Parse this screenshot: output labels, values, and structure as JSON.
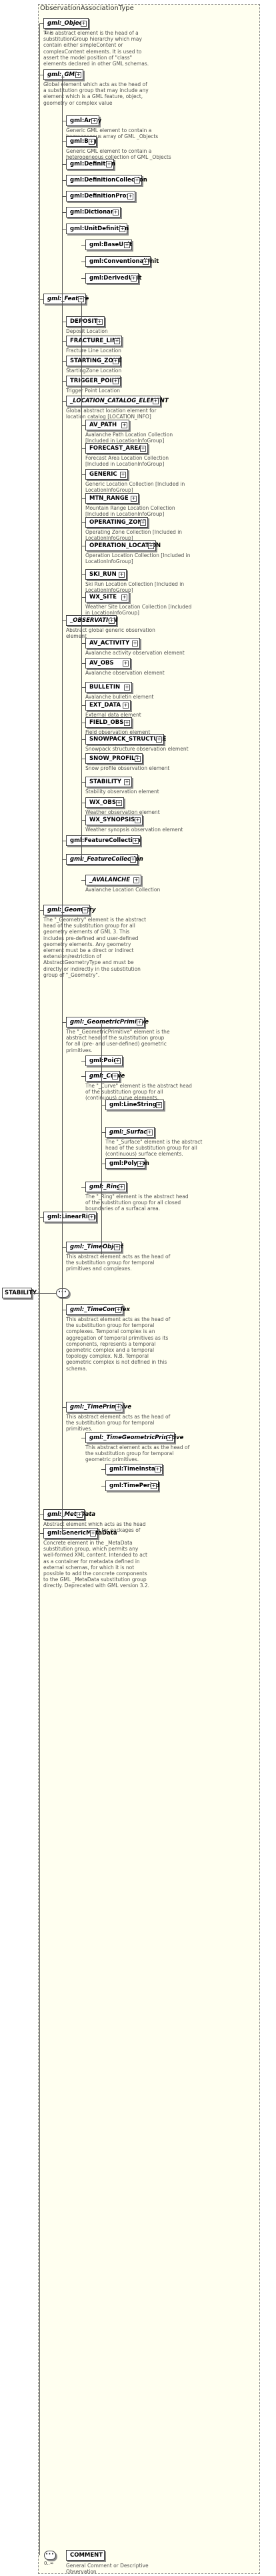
{
  "title": "ObservationAssociationType",
  "root": "STABILITY",
  "occurs_top": "1..∞",
  "occurs_bottom": "0..∞",
  "items": [
    {
      "name": "gml:_Object",
      "abstract": true,
      "desc": "This abstract element is the head of a substitutionGroup hierarchy which may contain either simpleContent or complexContent elements. It is used to assert the model position of \"class\" elements declared in other GML schemas."
    },
    {
      "name": "gml:_GML",
      "abstract": true,
      "desc": "Global element which acts as the head of a substitution group that may include any element which is a GML feature, object, geometry or complex value"
    },
    {
      "name": "gml:Array",
      "desc": "Generic GML element to contain a homogeneous array of GML _Objects"
    },
    {
      "name": "gml:Bag",
      "desc": "Generic GML element to contain a heterogeneous collection of GML _Objects"
    },
    {
      "name": "gml:Definition"
    },
    {
      "name": "gml:DefinitionCollection"
    },
    {
      "name": "gml:DefinitionProxy"
    },
    {
      "name": "gml:Dictionary"
    },
    {
      "name": "gml:UnitDefinition"
    },
    {
      "name": "gml:BaseUnit"
    },
    {
      "name": "gml:ConventionalUnit"
    },
    {
      "name": "gml:DerivedUnit"
    },
    {
      "name": "gml:_Feature",
      "abstract": true
    },
    {
      "name": "DEPOSIT",
      "desc": "Deposit Location"
    },
    {
      "name": "FRACTURE_LINE",
      "desc": "Fracture Line Location"
    },
    {
      "name": "STARTING_ZONE",
      "desc": "StartingZone Location"
    },
    {
      "name": "TRIGGER_POINT",
      "desc": "Trigger Point Location"
    },
    {
      "name": "_LOCATION_CATALOG_ELEMENT",
      "abstract": true,
      "desc": "Global abstract location element for location catalog [LOCATION_INFO]"
    },
    {
      "name": "AV_PATH",
      "desc": "Avalanche Path Location Collection [Included in LocationInfoGroup]"
    },
    {
      "name": "FORECAST_AREA",
      "desc": "Forecast Area Location Collection [Included in LocationInfoGroup]"
    },
    {
      "name": "GENERIC",
      "desc": "Generic Location Collection [Included in LocationInfoGroup]"
    },
    {
      "name": "MTN_RANGE",
      "desc": "Mountain Range Location Collection [Included in LocationInfoGroup]"
    },
    {
      "name": "OPERATING_ZONE",
      "desc": "Operating Zone Collection [Included in LocationInfoGroup]"
    },
    {
      "name": "OPERATION_LOCATION",
      "desc": "Operation Location Collection [Included in LocationInfoGroup]"
    },
    {
      "name": "SKI_RUN",
      "desc": "Ski Run Location Collection [Included in LocationInfoGroup]"
    },
    {
      "name": "WX_SITE",
      "desc": "Weather Site Location Collection [Included in LocationInfoGroup]"
    },
    {
      "name": "_OBSERVATION",
      "abstract": true,
      "desc": "Abstract global generic observation element"
    },
    {
      "name": "AV_ACTIVITY",
      "desc": "Avalanche activity observation element"
    },
    {
      "name": "AV_OBS",
      "desc": "Avalanche observation element"
    },
    {
      "name": "BULLETIN",
      "desc": "Avalanche bulletin element"
    },
    {
      "name": "EXT_DATA",
      "desc": "External data element"
    },
    {
      "name": "FIELD_OBS",
      "desc": "Field observation element"
    },
    {
      "name": "SNOWPACK_STRUCTURE",
      "desc": "Snowpack structure observation element"
    },
    {
      "name": "SNOW_PROFILE",
      "desc": "Snow profile observation element"
    },
    {
      "name": "STABILITY",
      "desc": "Stability observation element"
    },
    {
      "name": "WX_OBS",
      "desc": "Weather observation element"
    },
    {
      "name": "WX_SYNOPSIS",
      "desc": "Weather synopsis observation element"
    },
    {
      "name": "gml:FeatureCollection"
    },
    {
      "name": "gml:_FeatureCollection",
      "abstract": true
    },
    {
      "name": "_AVALANCHE",
      "abstract": true,
      "desc": "Avalanche Location Collection"
    },
    {
      "name": "gml:_Geometry",
      "abstract": true,
      "desc": "The \"_Geometry\" element is the abstract head of the substitution group for all geometry elements of GML 3. This includes pre-defined and user-defined geometry elements. Any geometry element must be a direct or indirect extension/restriction of AbstractGeometryType and must be directly or indirectly in the substitution group of \"_Geometry\"."
    },
    {
      "name": "gml:_GeometricPrimitive",
      "abstract": true,
      "desc": "The \"_GeometricPrimitive\" element is the abstract head of the substitution group for all (pre- and user-defined) geometric primitives."
    },
    {
      "name": "gml:Point"
    },
    {
      "name": "gml:_Curve",
      "abstract": true,
      "desc": "The \"_Curve\" element is the abstract head of the substitution group for all (continuous) curve elements."
    },
    {
      "name": "gml:LineString"
    },
    {
      "name": "gml:_Surface",
      "abstract": true,
      "desc": "The \"_Surface\" element is the abstract head of the substitution group for all (continuous) surface elements."
    },
    {
      "name": "gml:Polygon"
    },
    {
      "name": "gml:_Ring",
      "abstract": true,
      "desc": "The \"_Ring\" element is the abstract head of the substitution group for all closed boundaries of a surfacal area."
    },
    {
      "name": "gml:LinearRing"
    },
    {
      "name": "gml:_TimeObject",
      "abstract": true,
      "desc": "This abstract element acts as the head of the substitution group for temporal primitives and complexes."
    },
    {
      "name": "gml:_TimeComplex",
      "abstract": true,
      "desc": "This abstract element acts as the head of the substitution group for temporal complexes. Temporal complex is an aggregation of temporal primitives as its components, represents a temporal geometric complex and a temporal topology complex. N.B. Temporal geometric complex is not defined in this schema."
    },
    {
      "name": "gml:_TimePrimitive",
      "abstract": true,
      "desc": "This abstract element acts as the head of the substitution group for temporal primitives."
    },
    {
      "name": "gml:_TimeGeometricPrimitive",
      "abstract": true,
      "desc": "This abstract element acts as the head of the substitution group for temporal geometric primitives."
    },
    {
      "name": "gml:TimeInstant"
    },
    {
      "name": "gml:TimePeriod"
    },
    {
      "name": "gml:_MetaData",
      "abstract": true,
      "desc": "Abstract element which acts as the head of a substitution group for packages of MetaData properties."
    },
    {
      "name": "gml:GenericMetaData",
      "desc": "Concrete element in the _MetaData substitution group, which permits any well-formed XML content. Intended to act as a container for metadata defined in external schemas, for which it is not possible to add the concrete components to the GML _MetaData substitution group directly. Deprecated with GML version 3.2."
    }
  ],
  "comment": {
    "name": "COMMENT",
    "desc": "General Comment or Descriptive Observation"
  }
}
